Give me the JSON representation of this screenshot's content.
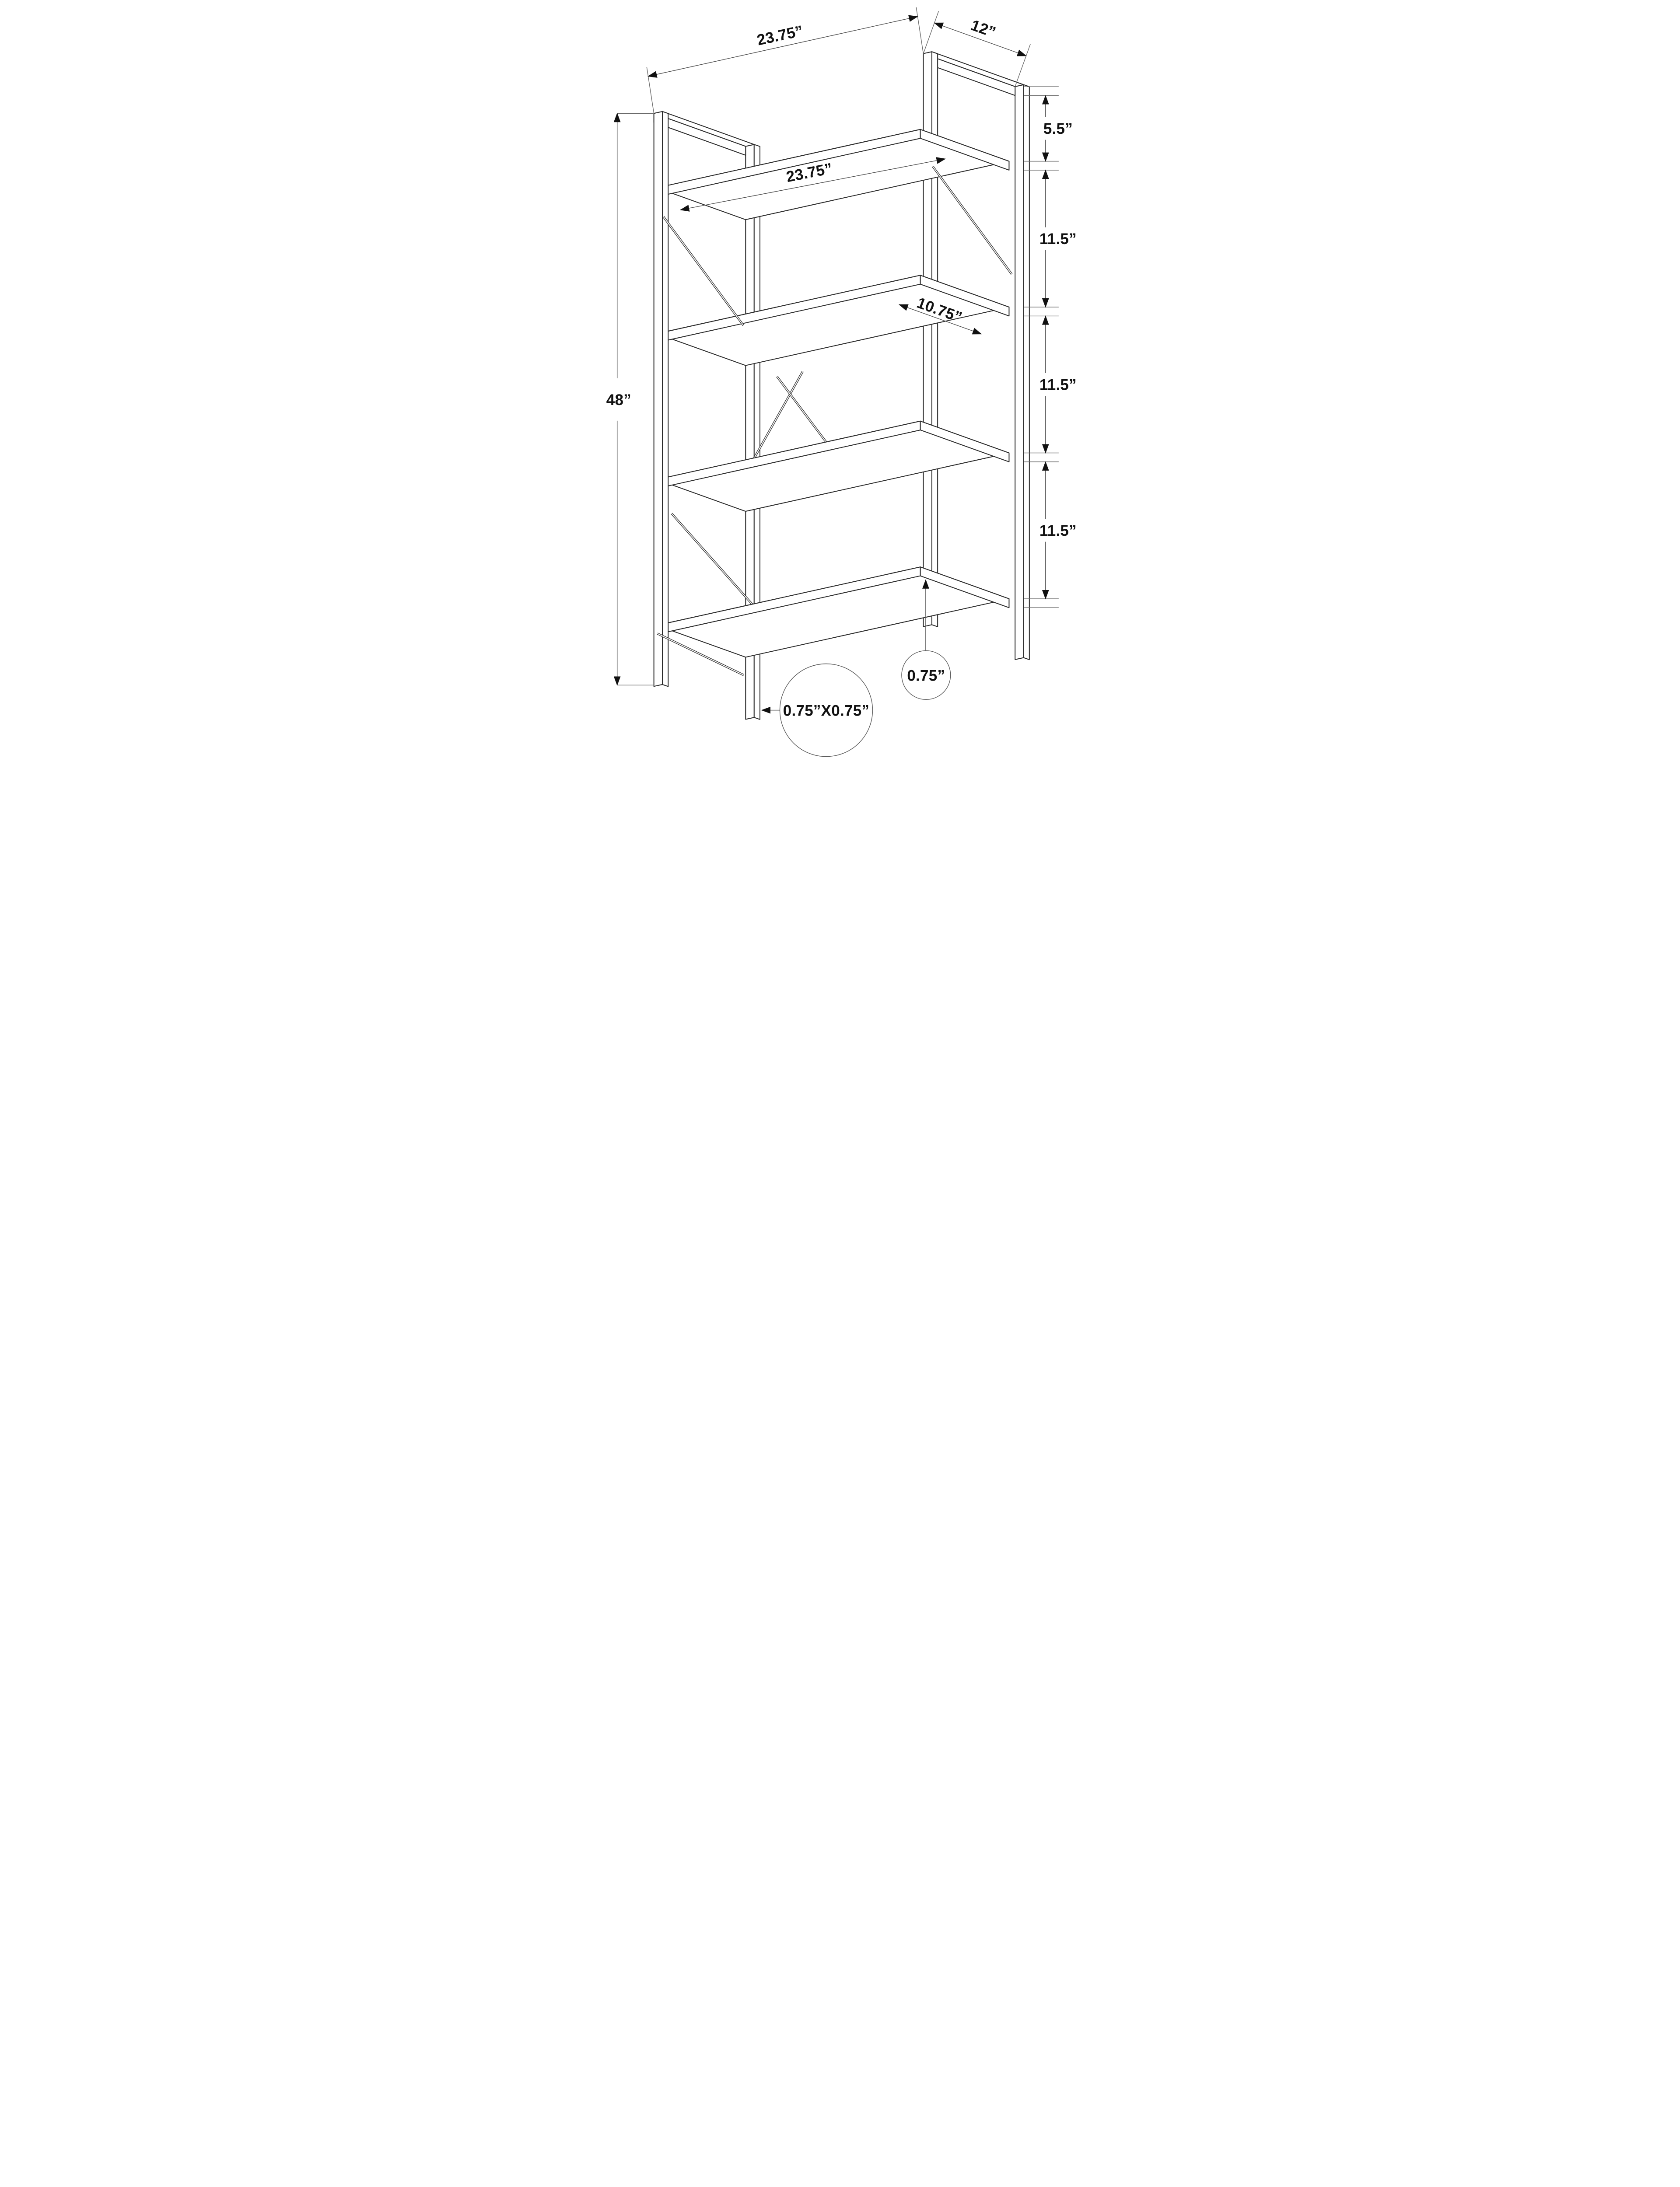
{
  "drawing": {
    "object": "4-shelf metal-frame etagere bookcase, isometric dimensioned line drawing",
    "background": "#ffffff",
    "line_color": "#2b2b2b",
    "dimension_line_color": "#4f4f4f",
    "text_color": "#111111",
    "units": "inches",
    "labels": {
      "overall_width": "23.75”",
      "overall_depth": "12”",
      "top_to_first_shelf": "5.5”",
      "shelf_width": "23.75”",
      "shelf_clear_depth": "10.75”",
      "shelf_gap_1": "11.5”",
      "shelf_gap_2": "11.5”",
      "shelf_gap_3": "11.5”",
      "overall_height": "48”",
      "shelf_thickness": "0.75”",
      "frame_tube_size": "0.75”X0.75”"
    },
    "shelf_count": 4,
    "leg_count": 4
  }
}
